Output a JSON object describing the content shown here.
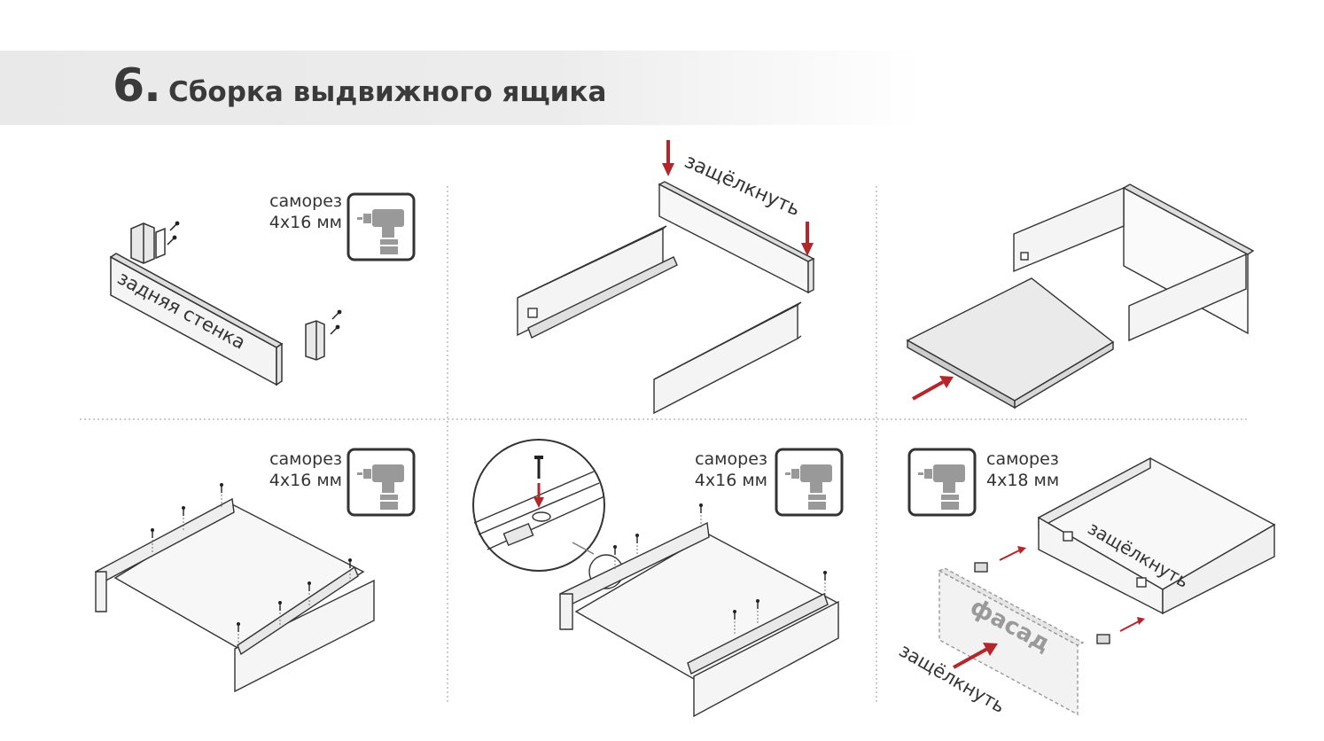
{
  "header": {
    "step_number": "6.",
    "title": "Сборка выдвижного ящика"
  },
  "colors": {
    "accent": "#b3262b",
    "line": "#3a3a3a",
    "header_band": "#e9e9e9"
  },
  "panels": [
    {
      "id": "panel-1",
      "screw_line1": "саморез",
      "screw_line2": "4х16 мм",
      "tool_icon": "drill-icon",
      "part_label": "задняя стенка"
    },
    {
      "id": "panel-2",
      "action_label": "защёлкнуть"
    },
    {
      "id": "panel-3"
    },
    {
      "id": "panel-4",
      "screw_line1": "саморез",
      "screw_line2": "4х16 мм",
      "tool_icon": "drill-icon"
    },
    {
      "id": "panel-5",
      "screw_line1": "саморез",
      "screw_line2": "4х16 мм",
      "tool_icon": "drill-icon"
    },
    {
      "id": "panel-6",
      "screw_line1": "саморез",
      "screw_line2": "4х18 мм",
      "tool_icon": "drill-icon",
      "action_label_1": "защёлкнуть",
      "part_label": "фасад",
      "action_label_2": "защёлкнуть"
    }
  ]
}
